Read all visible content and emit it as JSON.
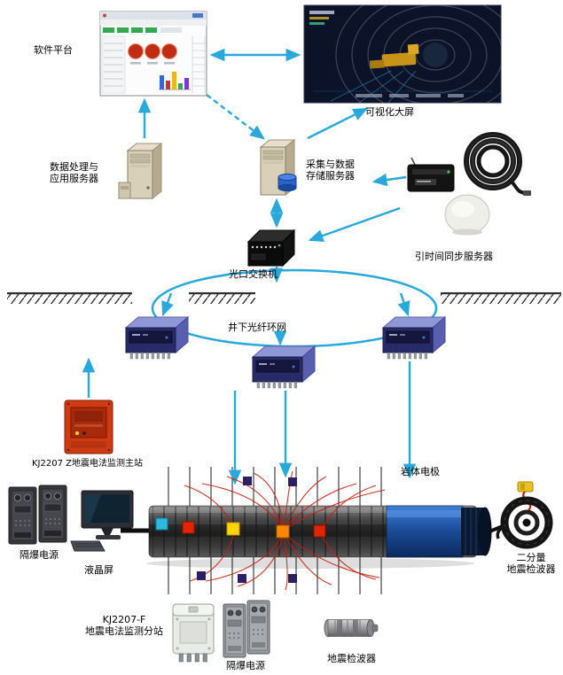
{
  "labels": {
    "software_platform": "软件平台",
    "big_screen": "可视化大屏",
    "app_server": [
      "数据处理与",
      "应用服务器"
    ],
    "storage_server": [
      "采集与数据",
      "存储服务器"
    ],
    "time_sync_server": "引时间同步服务器",
    "optical_switch": "光口交换机",
    "fiber_ring": "井下光纤环网",
    "main_station": "KJ2207 Z地震电法监测主站",
    "rock_electrode": "岩体电极",
    "flameproof_power_left": "隔爆电源",
    "lcd_screen": "液晶屏",
    "two_component_geophone": [
      "二分量",
      "地震检波器"
    ],
    "substation": [
      "KJ2207-F",
      "地震电法监测分站"
    ],
    "flameproof_power_bottom": "隔爆电源",
    "geophone": "地震检波器"
  },
  "colors": {
    "arrow": "#29a8dc",
    "fieldline": "#cc1a0a",
    "main-station-orange": "#cf3a12",
    "substation-blue": "#272b68",
    "screen-navy": "#0c1228"
  }
}
